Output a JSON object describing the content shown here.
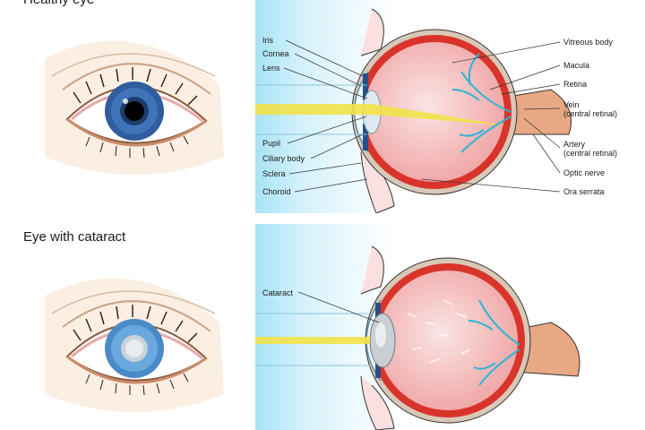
{
  "healthy": {
    "title": "Healthy eye",
    "labels_left": [
      "Iris",
      "Cornea",
      "Lens",
      "Pupil",
      "Ciliary body",
      "Sclera",
      "Choroid"
    ],
    "labels_right": {
      "vitreous_body": "Vitreous body",
      "macula": "Macula",
      "retina": "Retina",
      "vein": "Vein",
      "vein_sub": "(central retinal)",
      "artery": "Artery",
      "artery_sub": "(central retinal)",
      "optic_nerve": "Optic nerve",
      "ora_serrata": "Ora serrata"
    }
  },
  "cataract": {
    "title": "Eye with cataract",
    "label": "Cataract"
  },
  "colors": {
    "iris_blue": "#2f5d9e",
    "cataract_iris": "#4a8ac6",
    "sclera_red": "#d9342b",
    "vessel_cyan": "#2ab5d6",
    "light_beam": "#f2e24a",
    "panel_bg": "#d6f2fb"
  }
}
